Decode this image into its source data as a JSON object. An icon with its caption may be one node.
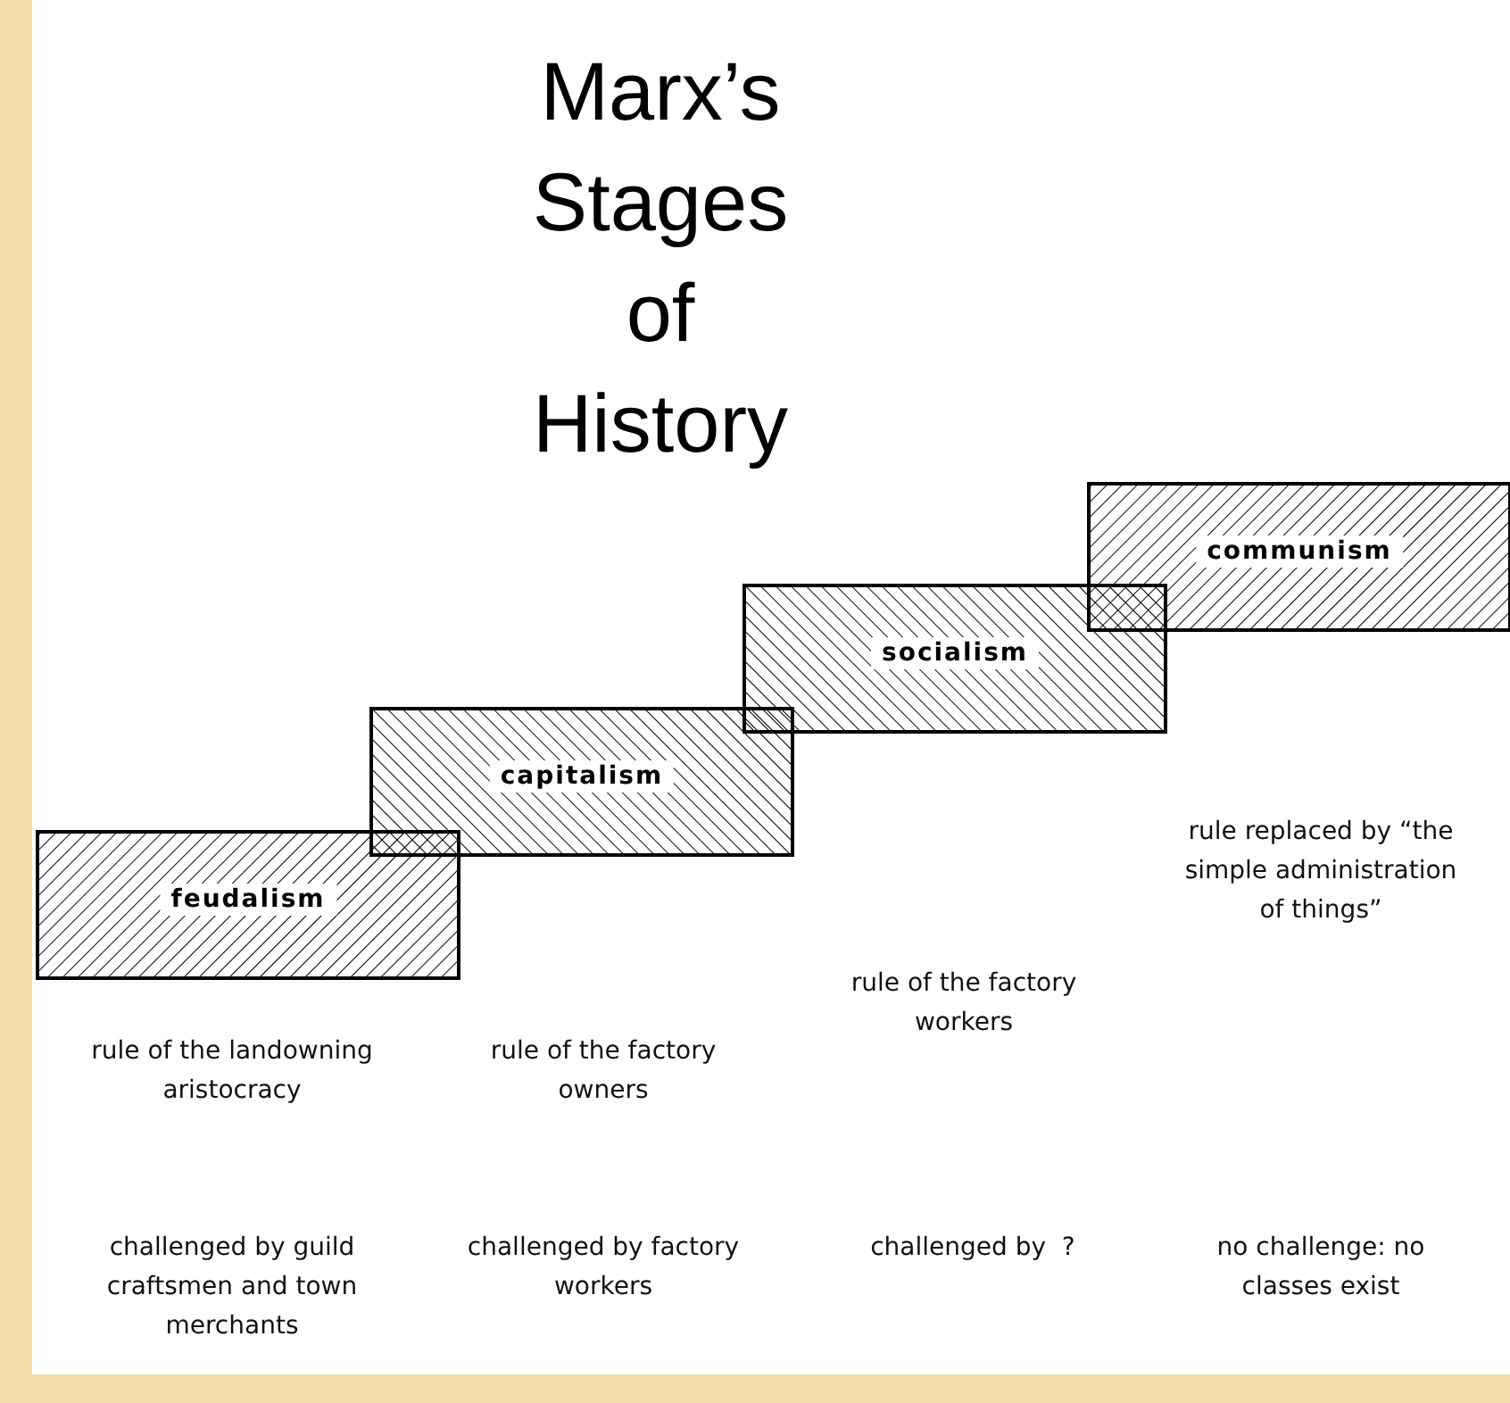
{
  "diagram": {
    "title": "Marx’s Stages of History",
    "nodes": [
      {
        "text": [
          "feudalism"
        ]
      },
      {
        "text": [
          "capitalism"
        ]
      },
      {
        "text": [
          "socialism"
        ]
      },
      {
        "text": [
          "communism"
        ]
      }
    ],
    "labels": [
      "rule replaced by “the simple administration of things”",
      "rule of the factory workers",
      "rule of the landowning aristocracy",
      "rule of the factory owners",
      "challenged by guild craftsmen and town merchants",
      "challenged by factory workers",
      "challenged by  ?",
      "no challenge: no classes exist"
    ]
  }
}
